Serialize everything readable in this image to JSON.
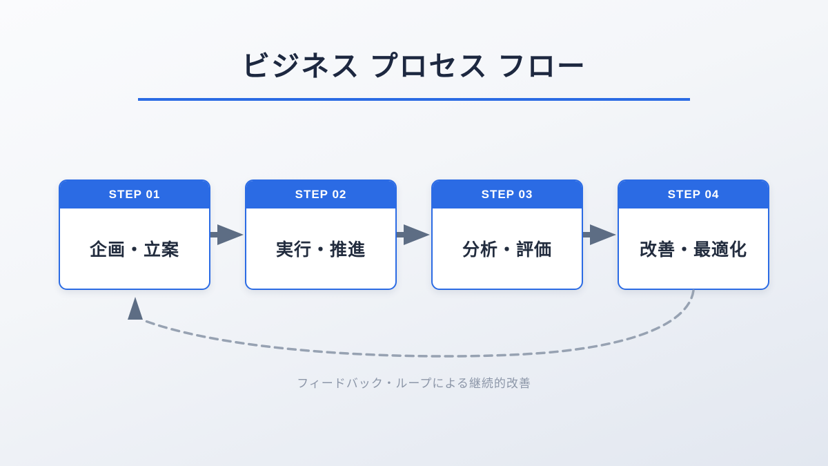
{
  "title": "ビジネス プロセス フロー",
  "steps": [
    {
      "label": "STEP 01",
      "name": "企画・立案"
    },
    {
      "label": "STEP 02",
      "name": "実行・推進"
    },
    {
      "label": "STEP 03",
      "name": "分析・評価"
    },
    {
      "label": "STEP 04",
      "name": "改善・最適化"
    }
  ],
  "feedback": {
    "caption": "フィードバック・ループによる継続的改善"
  },
  "colors": {
    "accent_blue": "#2b6be4",
    "title_text": "#1d2840",
    "card_text": "#222c3e",
    "arrow_slate": "#5d6d84",
    "dashed_loop": "#97a2b2",
    "caption_text": "#8c96a8",
    "background_top": "#fafbfd",
    "background_bottom": "#e2e7f0"
  }
}
